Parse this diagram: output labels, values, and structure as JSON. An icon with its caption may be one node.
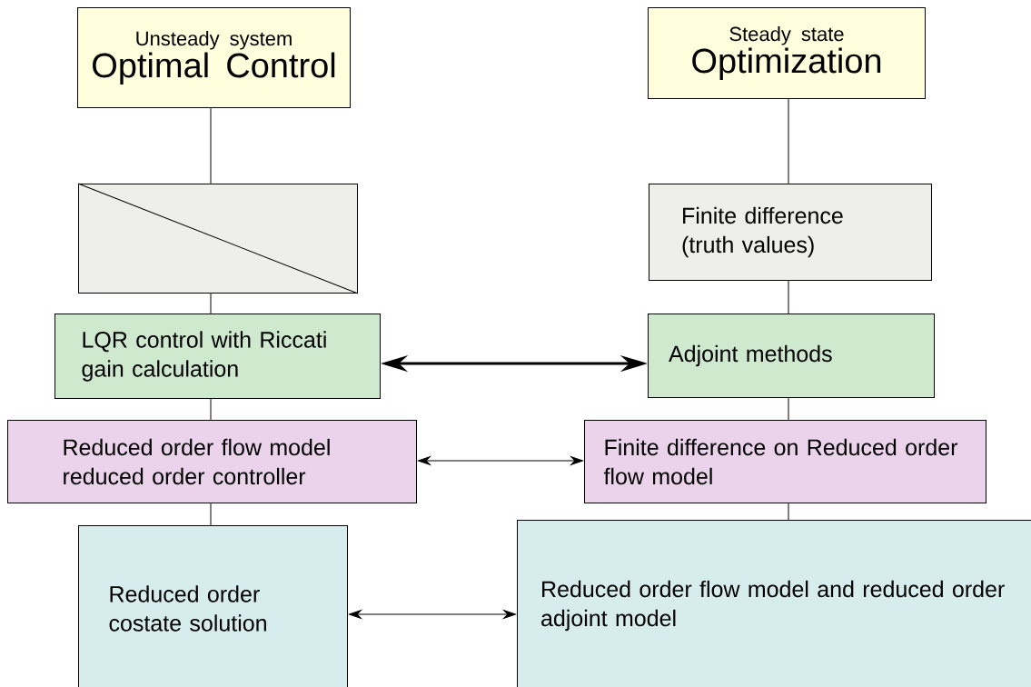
{
  "diagram": {
    "nodes": [
      {
        "text": [
          "Unsteady system",
          "Optimal Control"
        ]
      },
      {
        "text": [
          "Steady state",
          "Optimization"
        ]
      },
      {
        "text": [],
        "shape": "box"
      },
      {
        "text": [
          "Finite difference (truth values)"
        ]
      },
      {
        "text": [
          "LQR control with Riccati gain calculation"
        ]
      },
      {
        "text": [
          "Adjoint methods"
        ]
      },
      {
        "text": [
          "Reduced order flow model reduced order controller"
        ]
      },
      {
        "text": [
          "Finite difference on Reduced order flow model"
        ]
      },
      {
        "text": [
          "Reduced order costate solution"
        ]
      },
      {
        "text": [
          "Reduced order flow model and reduced order adjoint model"
        ]
      }
    ],
    "edges": [
      {
        "from": 0,
        "to": 2,
        "arrow": "none"
      },
      {
        "from": 2,
        "to": 4,
        "arrow": "none"
      },
      {
        "from": 4,
        "to": 6,
        "arrow": "none"
      },
      {
        "from": 6,
        "to": 8,
        "arrow": "none"
      },
      {
        "from": 1,
        "to": 3,
        "arrow": "none"
      },
      {
        "from": 3,
        "to": 5,
        "arrow": "none"
      },
      {
        "from": 5,
        "to": 7,
        "arrow": "none"
      },
      {
        "from": 7,
        "to": 9,
        "arrow": "none"
      },
      {
        "from": 4,
        "to": 5,
        "arrow": "both",
        "style": "thick"
      },
      {
        "from": 6,
        "to": 7,
        "arrow": "both"
      },
      {
        "from": 8,
        "to": 9,
        "arrow": "both"
      }
    ]
  }
}
